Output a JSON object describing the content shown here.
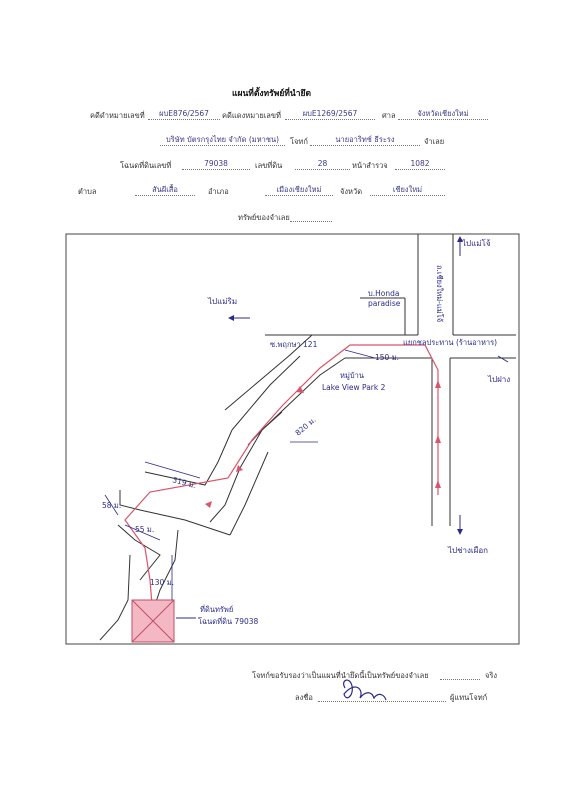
{
  "header": {
    "title": "แผนที่ตั้งทรัพย์ที่นำยึด",
    "black_case_label": "คดีดำหมายเลขที่",
    "black_case_no": "ผบE876/2567",
    "red_case_label": "คดีแดงหมายเลขที่",
    "red_case_no": "ผบE1269/2567",
    "court_label": "ศาล",
    "court": "จังหวัดเชียงใหม่",
    "plaintiff": "บริษัท บัตรกรุงไทย จำกัด (มหาชน)",
    "plaintiff_label": "โจทก์",
    "defendant": "นายอาริทช์ ธีระรง",
    "defendant_label": "จำเลย",
    "deed_label": "โฉนดที่ดินเลขที่",
    "deed_no": "79038",
    "land_no_label": "เลขที่ดิน",
    "land_no": "28",
    "survey_label": "หน้าสำรวจ",
    "survey_no": "1082",
    "subdistrict_label": "ตำบล",
    "subdistrict": "สันผีเสื้อ",
    "district_label": "อำเภอ",
    "district": "เมืองเชียงใหม่",
    "province_label": "จังหวัด",
    "province": "เชียงใหม่",
    "owner_label": "ทรัพย์ของจำเลย"
  },
  "map": {
    "label_to_maejo": "ไปแม่โจ้",
    "label_to_maerim": "ไปแม่ริม",
    "label_to_fang": "ไปฝาง",
    "label_to_changphueak": "ไปช่างเผือก",
    "honda_shop": "บ.Honda",
    "honda_shop_2": "paradise",
    "main_road": "ถ.เชียงใหม่-แม่โจ้",
    "soi": "ซ.พฤกษา 121",
    "intersection": "แยกชลประทาน (ร้านอาหาร)",
    "village_1": "หมู่บ้าน",
    "village_2": "Lake View Park 2",
    "dist_150": "150 ม.",
    "dist_820": "820 ม.",
    "dist_319": "319 ม.",
    "dist_58": "58 ม.",
    "dist_55": "55 ม.",
    "dist_130": "130 ม.",
    "property_1": "ที่ดินทรัพย์",
    "property_2": "โฉนดที่ดิน 79038"
  },
  "footer": {
    "certify": "โจทก์ขอรับรองว่าเป็นแผนที่นำยึดนี้เป็นทรัพย์ของจำเลย",
    "true_label": "จริง",
    "sign_label": "ลงชื่อ",
    "sign_role": "ผู้แทนโจทก์"
  }
}
